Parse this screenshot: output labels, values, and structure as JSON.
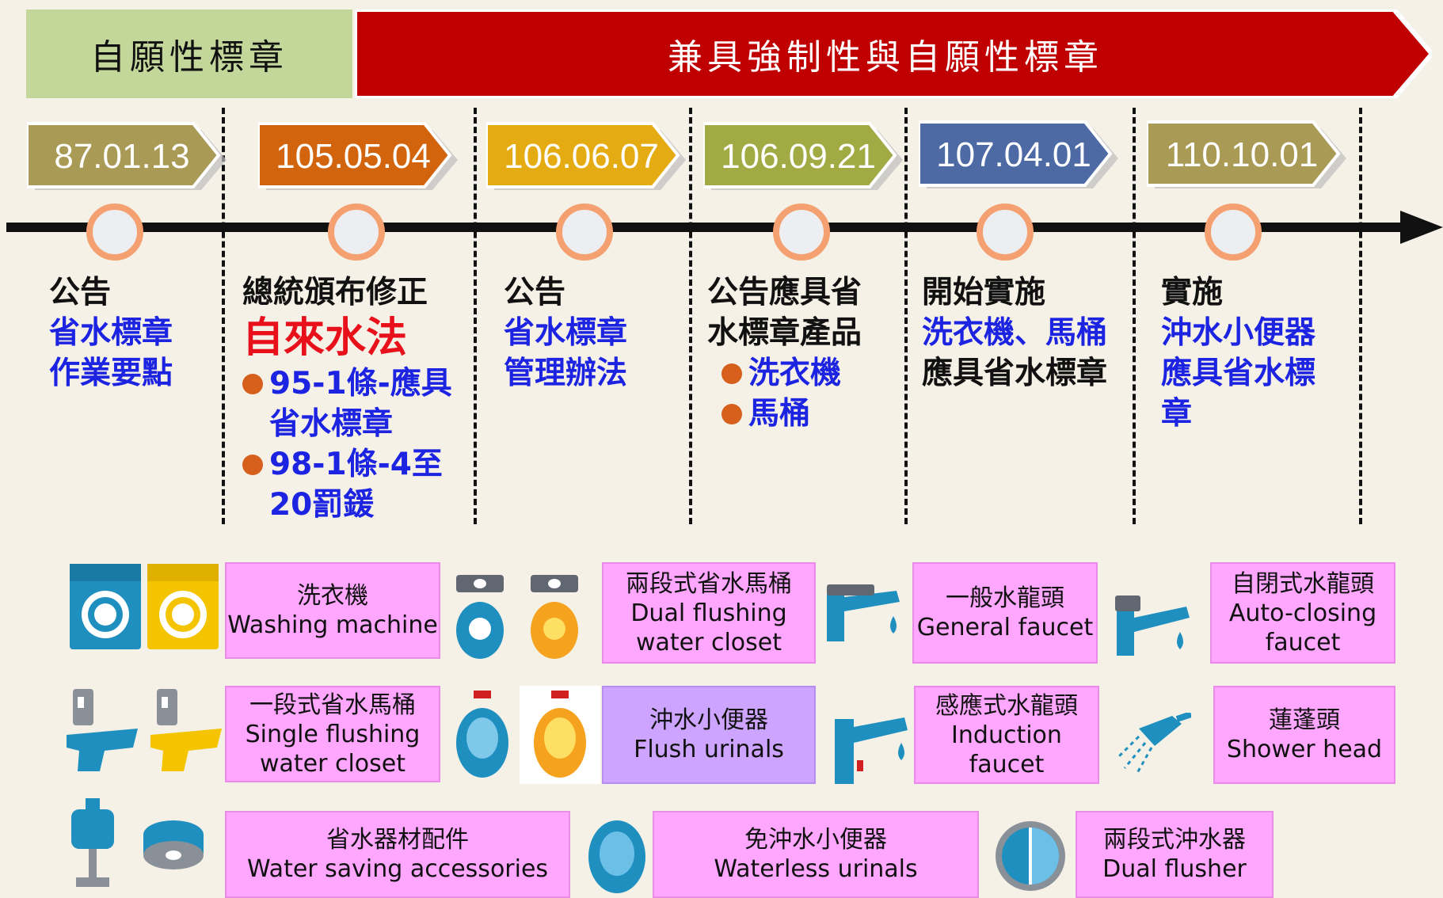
{
  "banners": {
    "voluntary": "自願性標章",
    "mandatory_and_voluntary": "兼具強制性與自願性標章"
  },
  "colors": {
    "green_banner": "#c4d79b",
    "red_banner": "#c00000",
    "timeline": "#111111",
    "node_ring": "#f4a070",
    "blue_text": "#1c24e2",
    "red_text": "#e8111b",
    "bullet": "#d65f1c",
    "legend_pink": "#ffa6ff",
    "legend_purple": "#cda4ff"
  },
  "milestones": [
    {
      "date": "87.01.13",
      "color": "#a99a55",
      "lines": [
        {
          "text": "公告",
          "style": "black"
        },
        {
          "text": "省水標章",
          "style": "blue"
        },
        {
          "text": "作業要點",
          "style": "blue"
        }
      ]
    },
    {
      "date": "105.05.04",
      "color": "#d3640e",
      "lines": [
        {
          "text": "總統頒布修正",
          "style": "black"
        },
        {
          "text": "自來水法",
          "style": "red"
        }
      ],
      "bullets": [
        [
          "95-1條-應具",
          "省水標章"
        ],
        [
          "98-1條-4至",
          "20罰鍰"
        ]
      ]
    },
    {
      "date": "106.06.07",
      "color": "#e4ac12",
      "lines": [
        {
          "text": "公告",
          "style": "black"
        },
        {
          "text": "省水標章",
          "style": "blue"
        },
        {
          "text": "管理辦法",
          "style": "blue"
        }
      ]
    },
    {
      "date": "106.09.21",
      "color": "#a2aa44",
      "lines": [
        {
          "text": "公告應具省",
          "style": "black"
        },
        {
          "text": "水標章產品",
          "style": "black"
        }
      ],
      "bullets": [
        [
          "洗衣機"
        ],
        [
          "馬桶"
        ]
      ]
    },
    {
      "date": "107.04.01",
      "color": "#4d6aa5",
      "lines": [
        {
          "text": "開始實施",
          "style": "black"
        },
        {
          "text": "洗衣機、馬桶",
          "style": "blue"
        },
        {
          "text": "應具省水標章",
          "style": "black"
        }
      ]
    },
    {
      "date": "110.10.01",
      "color": "#a99a55",
      "lines": [
        {
          "text": "實施",
          "style": "black"
        },
        {
          "text": "沖水小便器",
          "style": "blue"
        },
        {
          "text": "應具省水標",
          "style": "blue"
        },
        {
          "text": "章",
          "style": "blue"
        }
      ]
    }
  ],
  "legend": [
    {
      "zh": "洗衣機",
      "en": [
        "Washing machine"
      ],
      "icon": "washing-machine-icon"
    },
    {
      "zh": "兩段式省水馬桶",
      "en": [
        "Dual flushing",
        "water closet"
      ],
      "icon": "toilet-tank-icon"
    },
    {
      "zh": "一般水龍頭",
      "en": [
        "General faucet"
      ],
      "icon": "faucet-icon"
    },
    {
      "zh": "自閉式水龍頭",
      "en": [
        "Auto-closing",
        "faucet"
      ],
      "icon": "auto-faucet-icon"
    },
    {
      "zh": "一段式省水馬桶",
      "en": [
        "Single flushing",
        "water closet"
      ],
      "icon": "toilet-icon"
    },
    {
      "zh": "沖水小便器",
      "en": [
        "Flush urinals"
      ],
      "icon": "urinal-icon"
    },
    {
      "zh": "感應式水龍頭",
      "en": [
        "Induction",
        "faucet"
      ],
      "icon": "induction-faucet-icon"
    },
    {
      "zh": "蓮蓬頭",
      "en": [
        "Shower head"
      ],
      "icon": "shower-head-icon"
    },
    {
      "zh": "省水器材配件",
      "en": [
        "Water saving accessories"
      ],
      "icon": "accessory-icon"
    },
    {
      "zh": "免沖水小便器",
      "en": [
        "Waterless urinals"
      ],
      "icon": "waterless-urinal-icon"
    },
    {
      "zh": "兩段式沖水器",
      "en": [
        "Dual flusher"
      ],
      "icon": "dual-flusher-icon"
    }
  ]
}
